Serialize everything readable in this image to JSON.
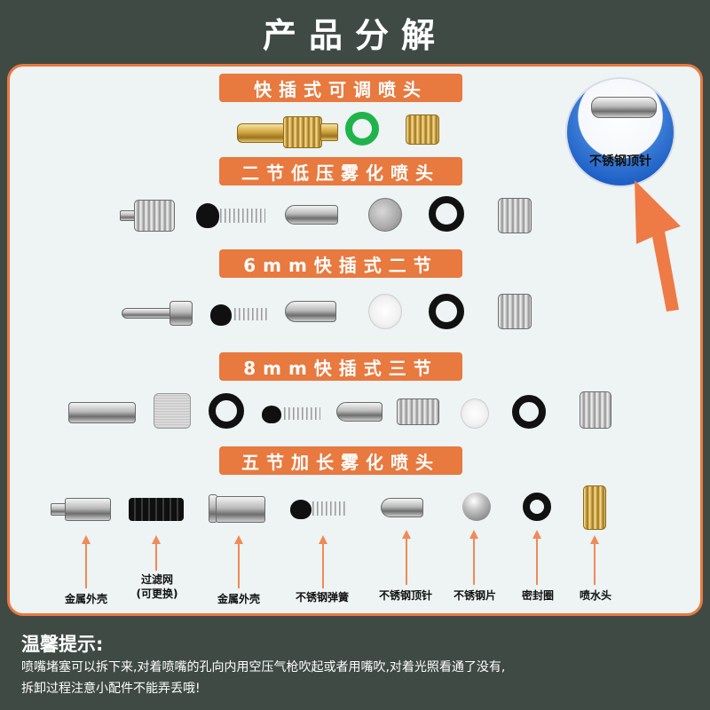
{
  "header": {
    "title": "产品分解"
  },
  "sections": [
    {
      "label": "快插式可调喷头"
    },
    {
      "label": "二节低压雾化喷头"
    },
    {
      "label": "6mm快插式二节"
    },
    {
      "label": "8mm快插式三节"
    },
    {
      "label": "五节加长雾化喷头"
    }
  ],
  "callout": {
    "label": "不锈钢顶针"
  },
  "parts_labels": [
    {
      "text": "金属外壳"
    },
    {
      "line1": "过滤网",
      "line2": "(可更换)"
    },
    {
      "text": "金属外壳"
    },
    {
      "text": "不锈钢弹簧"
    },
    {
      "text": "不锈钢顶针"
    },
    {
      "text": "不锈钢片"
    },
    {
      "text": "密封圈"
    },
    {
      "text": "喷水头"
    }
  ],
  "footer": {
    "title": "温馨提示:",
    "line1": "喷嘴堵塞可以拆下来,对着喷嘴的孔向内用空压气枪吹起或者用嘴吹,对着光照看通了没有,",
    "line2": "拆卸过程注意小配件不能弄丢哦!"
  },
  "colors": {
    "accent": "#e8793f",
    "header_bg": "#3f4a44",
    "panel_bg": "#eef3f3"
  }
}
